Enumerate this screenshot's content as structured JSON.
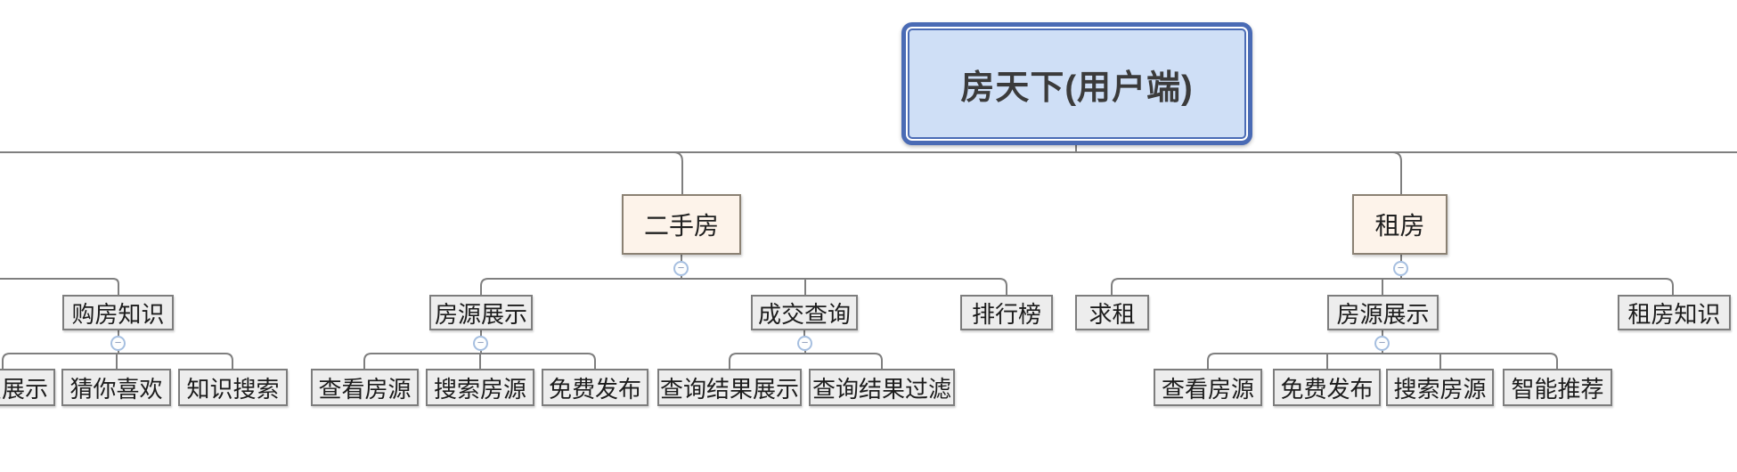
{
  "colors": {
    "background": "#ffffff",
    "connector_line": "#7f7f7f",
    "root_fill": "#cfdff6",
    "root_border": "#4a6bb5",
    "root_text": "#3b3b3b",
    "branch_fill": "#fdf3ea",
    "branch_border": "#8b8173",
    "leaf_fill": "#ededed",
    "leaf_border": "#7d7d7d",
    "leaf_text": "#1c1c1c",
    "collapse_ring": "#a6bfe0"
  },
  "ui": {
    "collapse_glyph": "−"
  },
  "mindmap": {
    "root": {
      "label": "房天下(用户端)"
    },
    "branches": [
      {
        "label": "二手房",
        "children": [
          {
            "label": "房源展示",
            "children": [
              {
                "label": "查看房源"
              },
              {
                "label": "搜索房源"
              },
              {
                "label": "免费发布"
              }
            ]
          },
          {
            "label": "成交查询",
            "children": [
              {
                "label": "查询结果展示"
              },
              {
                "label": "查询结果过滤"
              }
            ]
          },
          {
            "label": "排行榜"
          }
        ]
      },
      {
        "label": "租房",
        "children": [
          {
            "label": "求租"
          },
          {
            "label": "房源展示",
            "children": [
              {
                "label": "查看房源"
              },
              {
                "label": "免费发布"
              },
              {
                "label": "搜索房源"
              },
              {
                "label": "智能推荐"
              }
            ]
          },
          {
            "label": "租房知识"
          }
        ]
      }
    ],
    "clipped_branch": {
      "label": "购房知识",
      "children": [
        {
          "label": "知识展示"
        },
        {
          "label": "猜你喜欢"
        },
        {
          "label": "知识搜索"
        }
      ]
    }
  }
}
